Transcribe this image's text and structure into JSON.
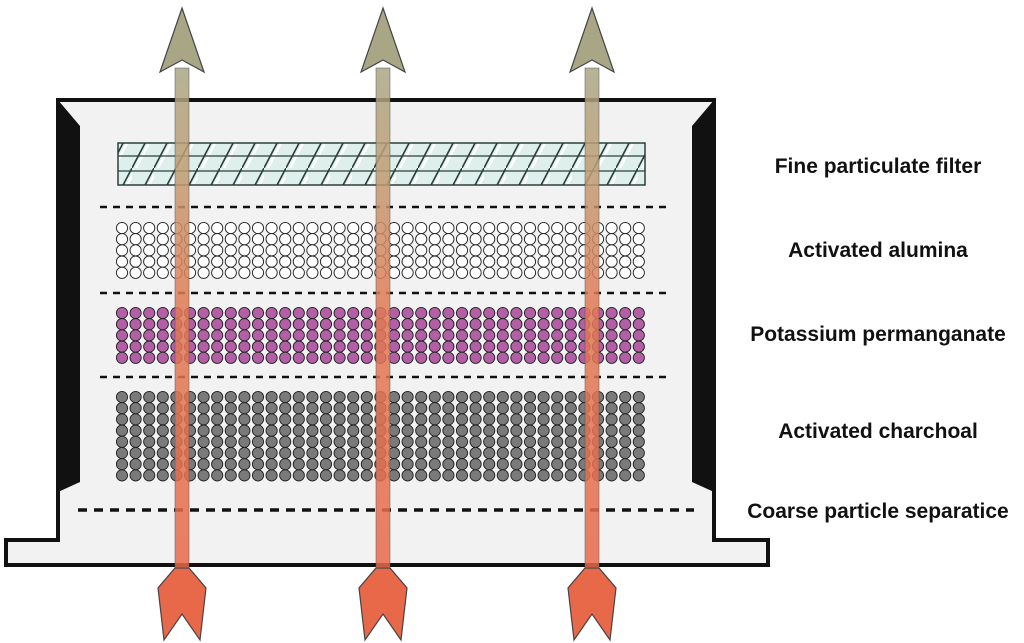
{
  "layers": [
    {
      "label": "Fine particulate filter",
      "pattern": "hatched-mesh"
    },
    {
      "label": "Activated alumina",
      "pattern": "spheres",
      "fill": "#ffffff"
    },
    {
      "label": "Potassium permanganate",
      "pattern": "spheres",
      "fill": "#b35fa6"
    },
    {
      "label": "Activated charchoal",
      "pattern": "spheres",
      "fill": "#7a7a7a"
    },
    {
      "label": "Coarse particle separatice",
      "pattern": "dashed-line"
    }
  ],
  "colors": {
    "housing_fill": "#f2f2f2",
    "housing_stroke": "#111111",
    "airflow_in": "#e8684a",
    "airflow_out": "#a8a684",
    "mesh_fill": "#dff0ec"
  },
  "arrows": {
    "count": 3,
    "direction": "up",
    "icon_in": "arrow-tail-icon",
    "icon_out": "arrow-head-icon"
  }
}
